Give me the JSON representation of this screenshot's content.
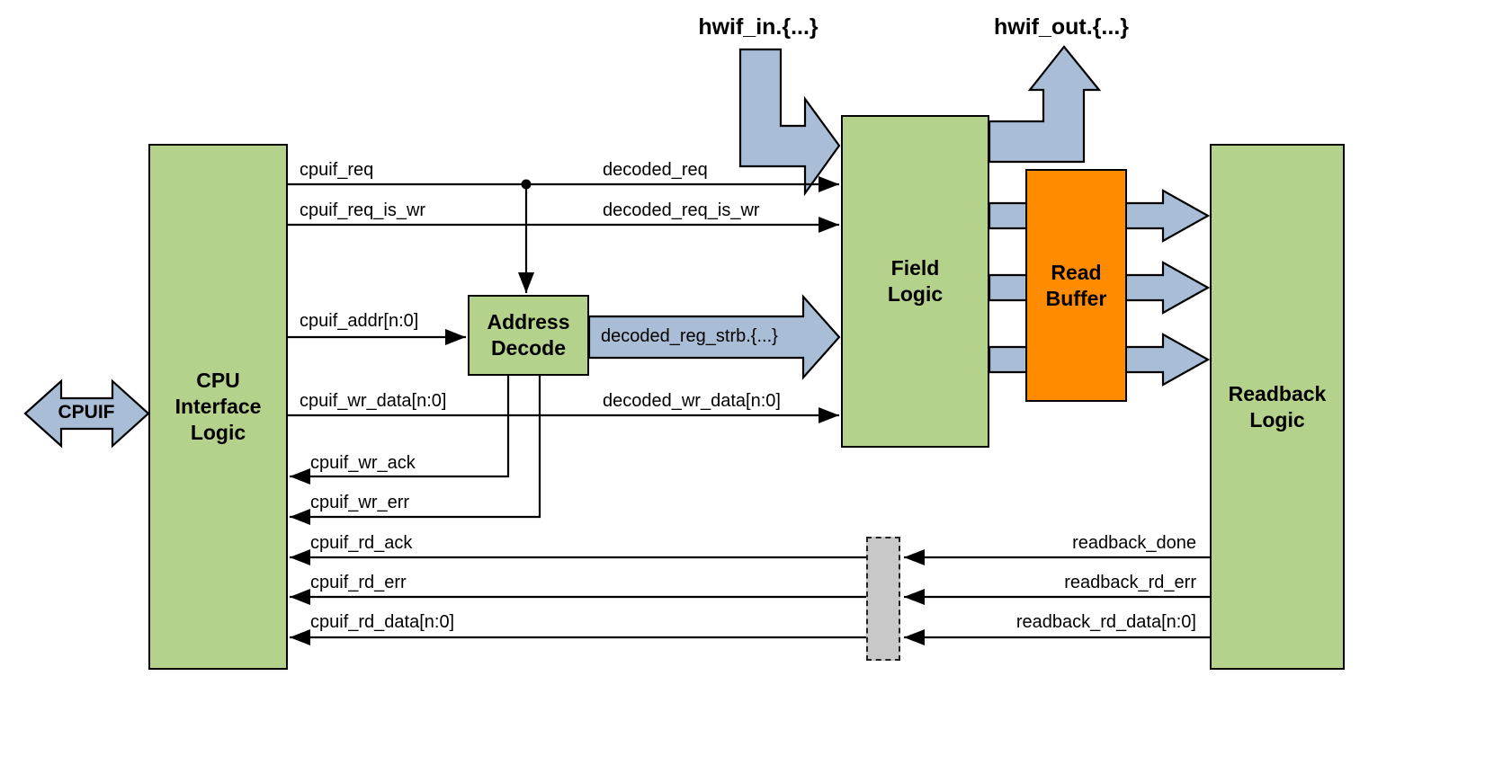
{
  "colors": {
    "block_green": "#b5d28c",
    "block_orange": "#ff8c00",
    "arrow_blue": "#a9bdd6",
    "register_gray": "#c8c8c8",
    "wire": "#000000"
  },
  "blocks": {
    "cpu_interface": {
      "label": "CPU\nInterface\nLogic"
    },
    "address_decode": {
      "label": "Address\nDecode"
    },
    "field_logic": {
      "label": "Field\nLogic"
    },
    "read_buffer": {
      "label": "Read\nBuffer"
    },
    "readback_logic": {
      "label": "Readback\nLogic"
    }
  },
  "bus_arrows": {
    "cpuif": {
      "label": "CPUIF"
    },
    "hwif_in": {
      "label": "hwif_in.{...}"
    },
    "hwif_out": {
      "label": "hwif_out.{...}"
    },
    "decoded_reg_strb": {
      "label": "decoded_reg_strb.{...}"
    }
  },
  "signals": {
    "cpuif_req": "cpuif_req",
    "decoded_req": "decoded_req",
    "cpuif_req_is_wr": "cpuif_req_is_wr",
    "decoded_req_is_wr": "decoded_req_is_wr",
    "cpuif_addr": "cpuif_addr[n:0]",
    "cpuif_wr_data": "cpuif_wr_data[n:0]",
    "decoded_wr_data": "decoded_wr_data[n:0]",
    "cpuif_wr_ack": "cpuif_wr_ack",
    "cpuif_wr_err": "cpuif_wr_err",
    "cpuif_rd_ack": "cpuif_rd_ack",
    "cpuif_rd_err": "cpuif_rd_err",
    "cpuif_rd_data": "cpuif_rd_data[n:0]",
    "readback_done": "readback_done",
    "readback_rd_err": "readback_rd_err",
    "readback_rd_data": "readback_rd_data[n:0]"
  }
}
